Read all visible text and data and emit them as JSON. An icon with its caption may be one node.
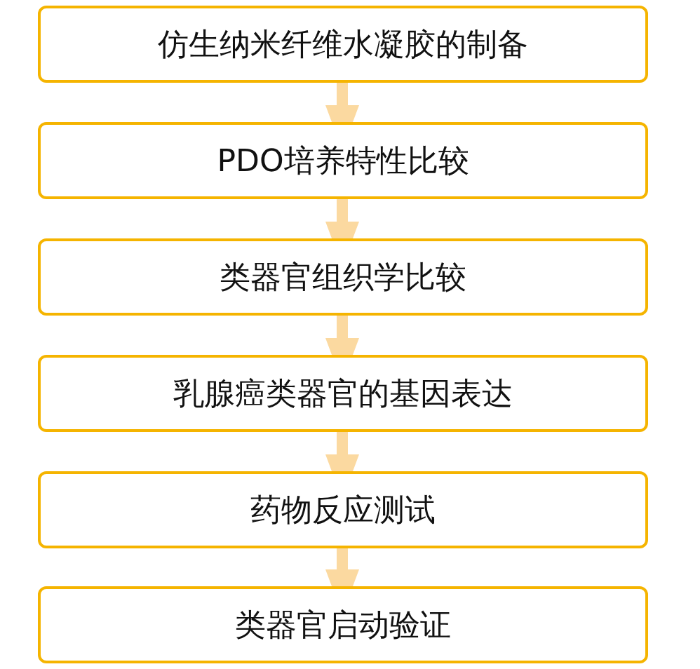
{
  "diagram": {
    "nodes": [
      {
        "text": [
          "仿生纳米纤维水凝胶的制备"
        ]
      },
      {
        "text": [
          "PDO培养特性比较"
        ]
      },
      {
        "text": [
          "类器官组织学比较"
        ]
      },
      {
        "text": [
          "乳腺癌类器官的基因表达"
        ]
      },
      {
        "text": [
          "药物反应测试"
        ]
      },
      {
        "text": [
          "类器官启动验证"
        ]
      }
    ],
    "edges": [
      {
        "from": 0,
        "to": 1,
        "arrow": "to"
      },
      {
        "from": 1,
        "to": 2,
        "arrow": "to"
      },
      {
        "from": 2,
        "to": 3,
        "arrow": "to"
      },
      {
        "from": 3,
        "to": 4,
        "arrow": "to"
      },
      {
        "from": 4,
        "to": 5,
        "arrow": "to"
      }
    ]
  }
}
